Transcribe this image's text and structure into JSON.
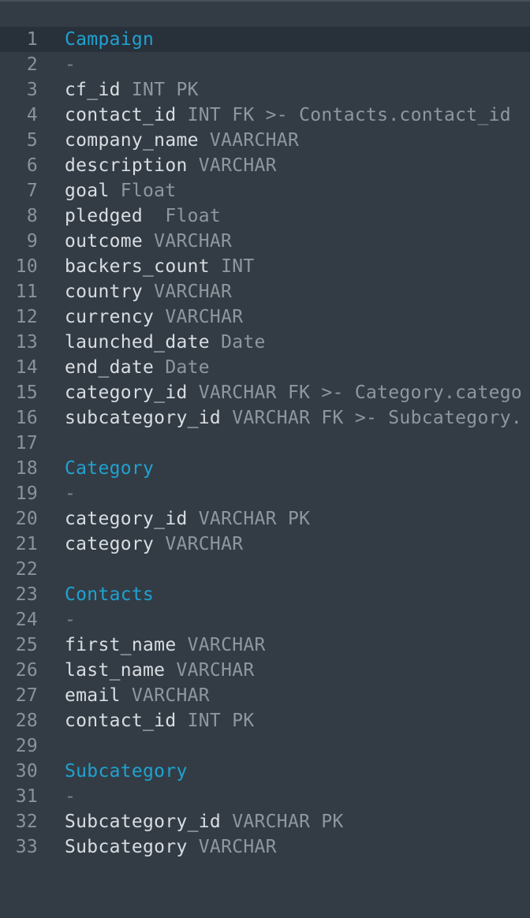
{
  "colors": {
    "background": "#333c45",
    "active_line": "#28303a",
    "line_number": "#8a939c",
    "heading": "#1fa2d1",
    "column_name": "#d9dde1",
    "type": "#8f979e"
  },
  "editor": {
    "active_line": 1,
    "lines": [
      {
        "num": "1",
        "kind": "heading",
        "text": "Campaign"
      },
      {
        "num": "2",
        "kind": "dash",
        "text": "-"
      },
      {
        "num": "3",
        "kind": "field",
        "name": "cf_id",
        "rest": " INT PK"
      },
      {
        "num": "4",
        "kind": "field",
        "name": "contact_id",
        "rest": " INT FK >- Contacts.contact_id"
      },
      {
        "num": "5",
        "kind": "field",
        "name": "company_name",
        "rest": " VAARCHAR"
      },
      {
        "num": "6",
        "kind": "field",
        "name": "description",
        "rest": " VARCHAR"
      },
      {
        "num": "7",
        "kind": "field",
        "name": "goal",
        "rest": " Float"
      },
      {
        "num": "8",
        "kind": "field",
        "name": "pledged",
        "rest": "  Float"
      },
      {
        "num": "9",
        "kind": "field",
        "name": "outcome",
        "rest": " VARCHAR"
      },
      {
        "num": "10",
        "kind": "field",
        "name": "backers_count",
        "rest": " INT"
      },
      {
        "num": "11",
        "kind": "field",
        "name": "country",
        "rest": " VARCHAR"
      },
      {
        "num": "12",
        "kind": "field",
        "name": "currency",
        "rest": " VARCHAR"
      },
      {
        "num": "13",
        "kind": "field",
        "name": "launched_date",
        "rest": " Date"
      },
      {
        "num": "14",
        "kind": "field",
        "name": "end_date",
        "rest": " Date"
      },
      {
        "num": "15",
        "kind": "field",
        "name": "category_id",
        "rest": " VARCHAR FK >- Category.catego"
      },
      {
        "num": "16",
        "kind": "field",
        "name": "subcategory_id",
        "rest": " VARCHAR FK >- Subcategory."
      },
      {
        "num": "17",
        "kind": "blank",
        "text": ""
      },
      {
        "num": "18",
        "kind": "heading",
        "text": "Category"
      },
      {
        "num": "19",
        "kind": "dash",
        "text": "-"
      },
      {
        "num": "20",
        "kind": "field",
        "name": "category_id",
        "rest": " VARCHAR PK"
      },
      {
        "num": "21",
        "kind": "field",
        "name": "category",
        "rest": " VARCHAR"
      },
      {
        "num": "22",
        "kind": "blank",
        "text": ""
      },
      {
        "num": "23",
        "kind": "heading",
        "text": "Contacts"
      },
      {
        "num": "24",
        "kind": "dash",
        "text": "-"
      },
      {
        "num": "25",
        "kind": "field",
        "name": "first_name",
        "rest": " VARCHAR"
      },
      {
        "num": "26",
        "kind": "field",
        "name": "last_name",
        "rest": " VARCHAR"
      },
      {
        "num": "27",
        "kind": "field",
        "name": "email",
        "rest": " VARCHAR"
      },
      {
        "num": "28",
        "kind": "field",
        "name": "contact_id",
        "rest": " INT PK"
      },
      {
        "num": "29",
        "kind": "blank",
        "text": ""
      },
      {
        "num": "30",
        "kind": "heading",
        "text": "Subcategory"
      },
      {
        "num": "31",
        "kind": "dash",
        "text": "-"
      },
      {
        "num": "32",
        "kind": "field",
        "name": "Subcategory_id",
        "rest": " VARCHAR PK"
      },
      {
        "num": "33",
        "kind": "field",
        "name": "Subcategory",
        "rest": " VARCHAR"
      }
    ]
  }
}
